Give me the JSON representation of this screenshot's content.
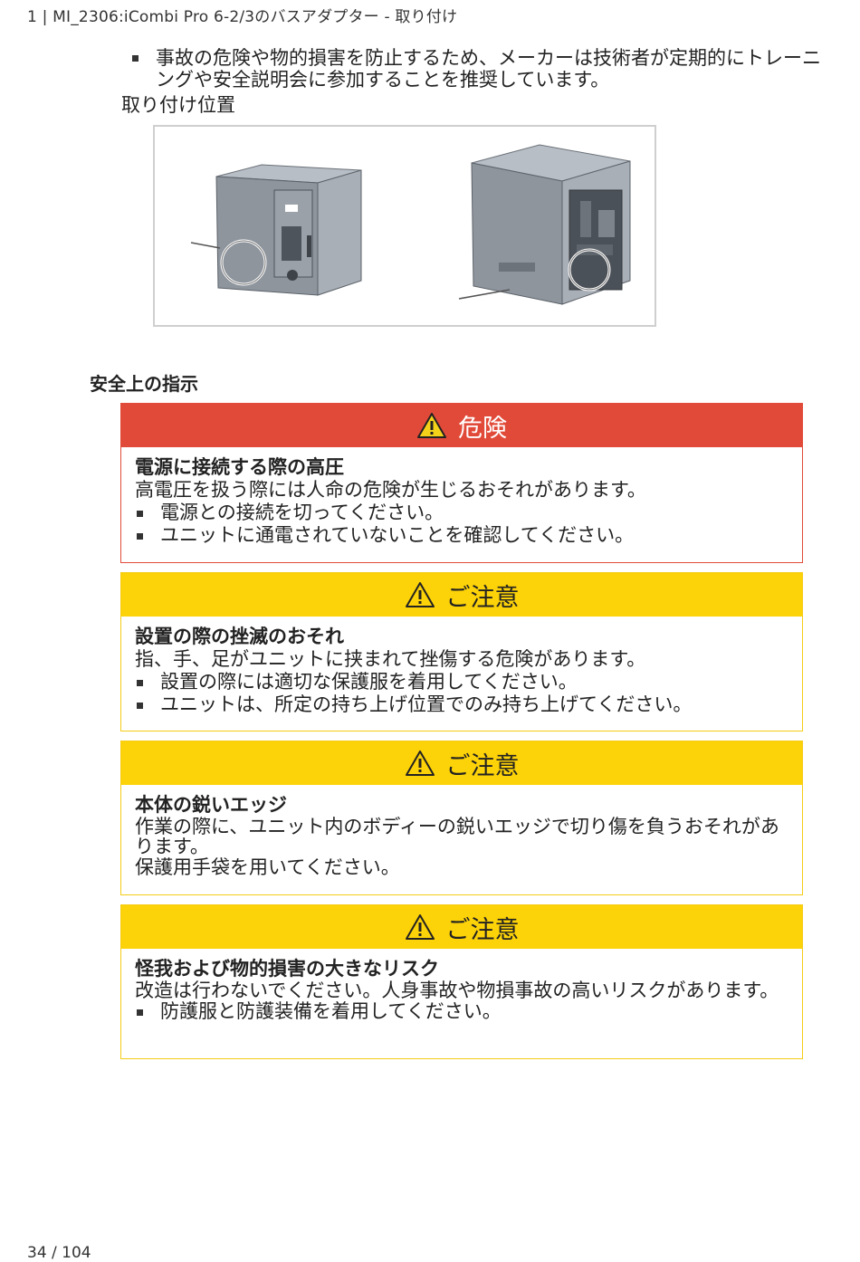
{
  "header": {
    "text": "1 | MI_2306:iCombi Pro 6-2/3のバスアダプター - 取り付け"
  },
  "intro": {
    "bullet_text": "事故の危険や物的損害を防止するため、メーカーは技術者が定期的にトレーニングや安全説明会に参加することを推奨しています。"
  },
  "installation": {
    "title": "取り付け位置"
  },
  "safety": {
    "title": "安全上の指示",
    "danger": {
      "label": "危険",
      "color": "#e14a38",
      "heading": "電源に接続する際の高圧",
      "text": "高電圧を扱う際には人命の危険が生じるおそれがあります。",
      "items": [
        "電源との接続を切ってください。",
        "ユニットに通電されていないことを確認してください。"
      ]
    },
    "caution1": {
      "label": "ご注意",
      "color": "#fcd208",
      "heading": "設置の際の挫滅のおそれ",
      "text": "指、手、足がユニットに挟まれて挫傷する危険があります。",
      "items": [
        "設置の際には適切な保護服を着用してください。",
        "ユニットは、所定の持ち上げ位置でのみ持ち上げてください。"
      ]
    },
    "caution2": {
      "label": "ご注意",
      "heading": "本体の鋭いエッジ",
      "text": "作業の際に、ユニット内のボディーの鋭いエッジで切り傷を負うおそれがあります。",
      "text2": "保護用手袋を用いてください。"
    },
    "caution3": {
      "label": "ご注意",
      "heading": "怪我および物的損害の大きなリスク",
      "text": "改造は行わないでください。人身事故や物損事故の高いリスクがあります。",
      "items": [
        "防護服と防護装備を着用してください。"
      ]
    }
  },
  "footer": {
    "page": "34 / 104"
  }
}
